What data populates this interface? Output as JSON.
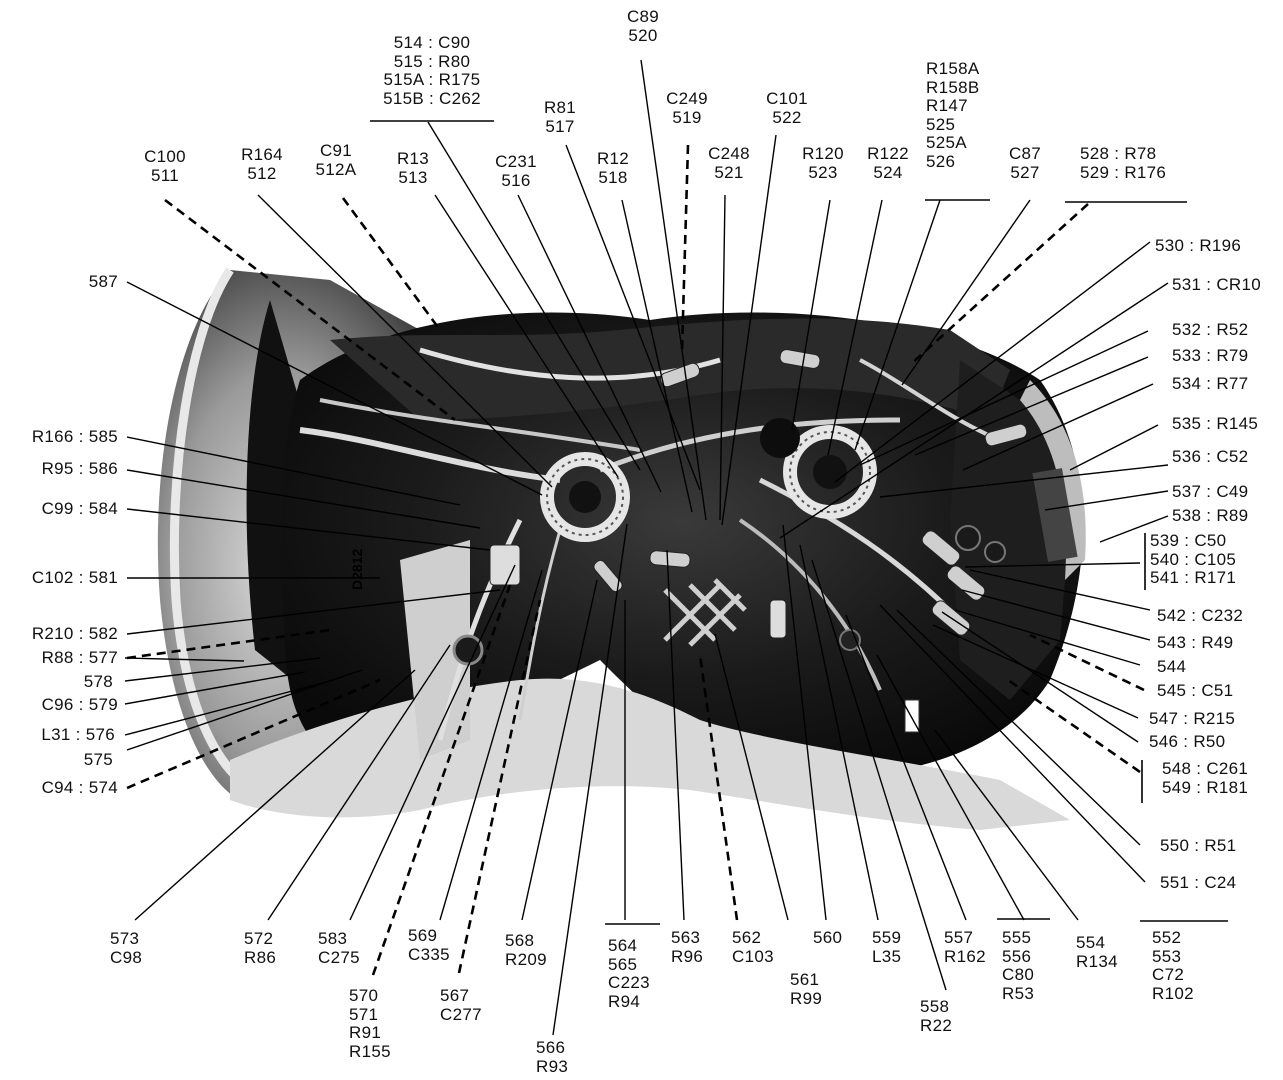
{
  "labels": {
    "l511": [
      "C100",
      "511"
    ],
    "l512": [
      "R164",
      "512"
    ],
    "l512a": [
      "C91",
      "512A"
    ],
    "l513": [
      "R13",
      "513"
    ],
    "l514": [
      "514 : C90",
      "515 : R80",
      "515A : R175",
      "515B : C262"
    ],
    "l516": [
      "C231",
      "516"
    ],
    "l517": [
      "R81",
      "517"
    ],
    "l518": [
      "R12",
      "518"
    ],
    "l520": [
      "C89",
      "520"
    ],
    "l519": [
      "C249",
      "519"
    ],
    "l521": [
      "C248",
      "521"
    ],
    "l522": [
      "C101",
      "522"
    ],
    "l523": [
      "R120",
      "523"
    ],
    "l524": [
      "R122",
      "524"
    ],
    "l525": [
      "R158A",
      "R158B",
      "R147",
      "525",
      "525A",
      "526"
    ],
    "l527": [
      "C87",
      "527"
    ],
    "l528": [
      "528 : R78",
      "529 : R176"
    ],
    "l530": "530 : R196",
    "l531": "531 : CR10",
    "l532": "532 : R52",
    "l533": "533 : R79",
    "l534": "534 : R77",
    "l535": "535 : R145",
    "l536": "536 : C52",
    "l537": "537 : C49",
    "l538": "538 : R89",
    "l539": [
      "539 : C50",
      "540 : C105",
      "541 : R171"
    ],
    "l542": "542 : C232",
    "l543": "543 : R49",
    "l544": "544",
    "l545": "545 : C51",
    "l547": "547 : R215",
    "l546": "546 : R50",
    "l548": [
      "548 : C261",
      "549 : R181"
    ],
    "l550": "550 : R51",
    "l551": "551 : C24",
    "l552": [
      "552",
      "553",
      "C72",
      "R102"
    ],
    "l554": [
      "554",
      "R134"
    ],
    "l555": [
      "555",
      "556",
      "C80",
      "R53"
    ],
    "l557": [
      "557",
      "R162"
    ],
    "l558": [
      "558",
      "R22"
    ],
    "l559": [
      "559",
      "L35"
    ],
    "l560": [
      "560"
    ],
    "l561": [
      "561",
      "R99"
    ],
    "l562": [
      "562",
      "C103"
    ],
    "l563": [
      "563",
      "R96"
    ],
    "l564": [
      "564",
      "565",
      "C223",
      "R94"
    ],
    "l566": [
      "566",
      "R93"
    ],
    "l568": [
      "568",
      "R209"
    ],
    "l567": [
      "567",
      "C277"
    ],
    "l569": [
      "569",
      "C335"
    ],
    "l570": [
      "570",
      "571",
      "R91",
      "R155"
    ],
    "l583": [
      "583",
      "C275"
    ],
    "l572": [
      "572",
      "R86"
    ],
    "l573": [
      "573",
      "C98"
    ],
    "l574": "C94 : 574",
    "l575": "575",
    "l576": "L31 : 576",
    "l579": "C96 : 579",
    "l578": "578",
    "l577": "R88 : 577",
    "l582": "R210 : 582",
    "l581": "C102 : 581",
    "l584": "C99 : 584",
    "l586": "R95 : 586",
    "l585": "R166 : 585",
    "l587": "587"
  },
  "photo": {
    "component_marking": "D2812"
  }
}
